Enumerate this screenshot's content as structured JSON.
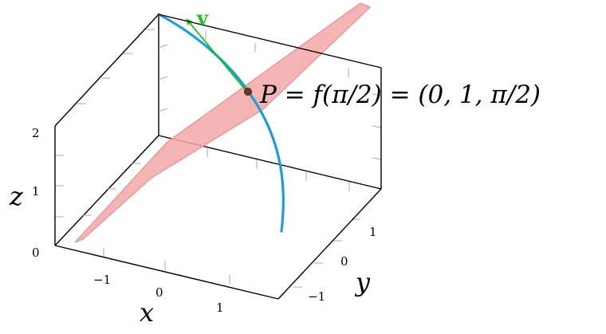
{
  "figure": {
    "x_axis": {
      "label": "x",
      "ticks": [
        "−1",
        "0",
        "1"
      ]
    },
    "y_axis": {
      "label": "y",
      "ticks": [
        "−1",
        "0",
        "1"
      ]
    },
    "z_axis": {
      "label": "z",
      "ticks": [
        "0",
        "1",
        "2"
      ]
    },
    "point": {
      "label": "P = f(π/2) = (0, 1, π/2)",
      "color": "#6b3a1e"
    },
    "vector": {
      "label": "v",
      "color": "#1fbf1f"
    },
    "curve": {
      "color": "#1a9fd9"
    },
    "plane": {
      "fill": "#f4a8a8",
      "edge": "#e59a9a"
    }
  }
}
